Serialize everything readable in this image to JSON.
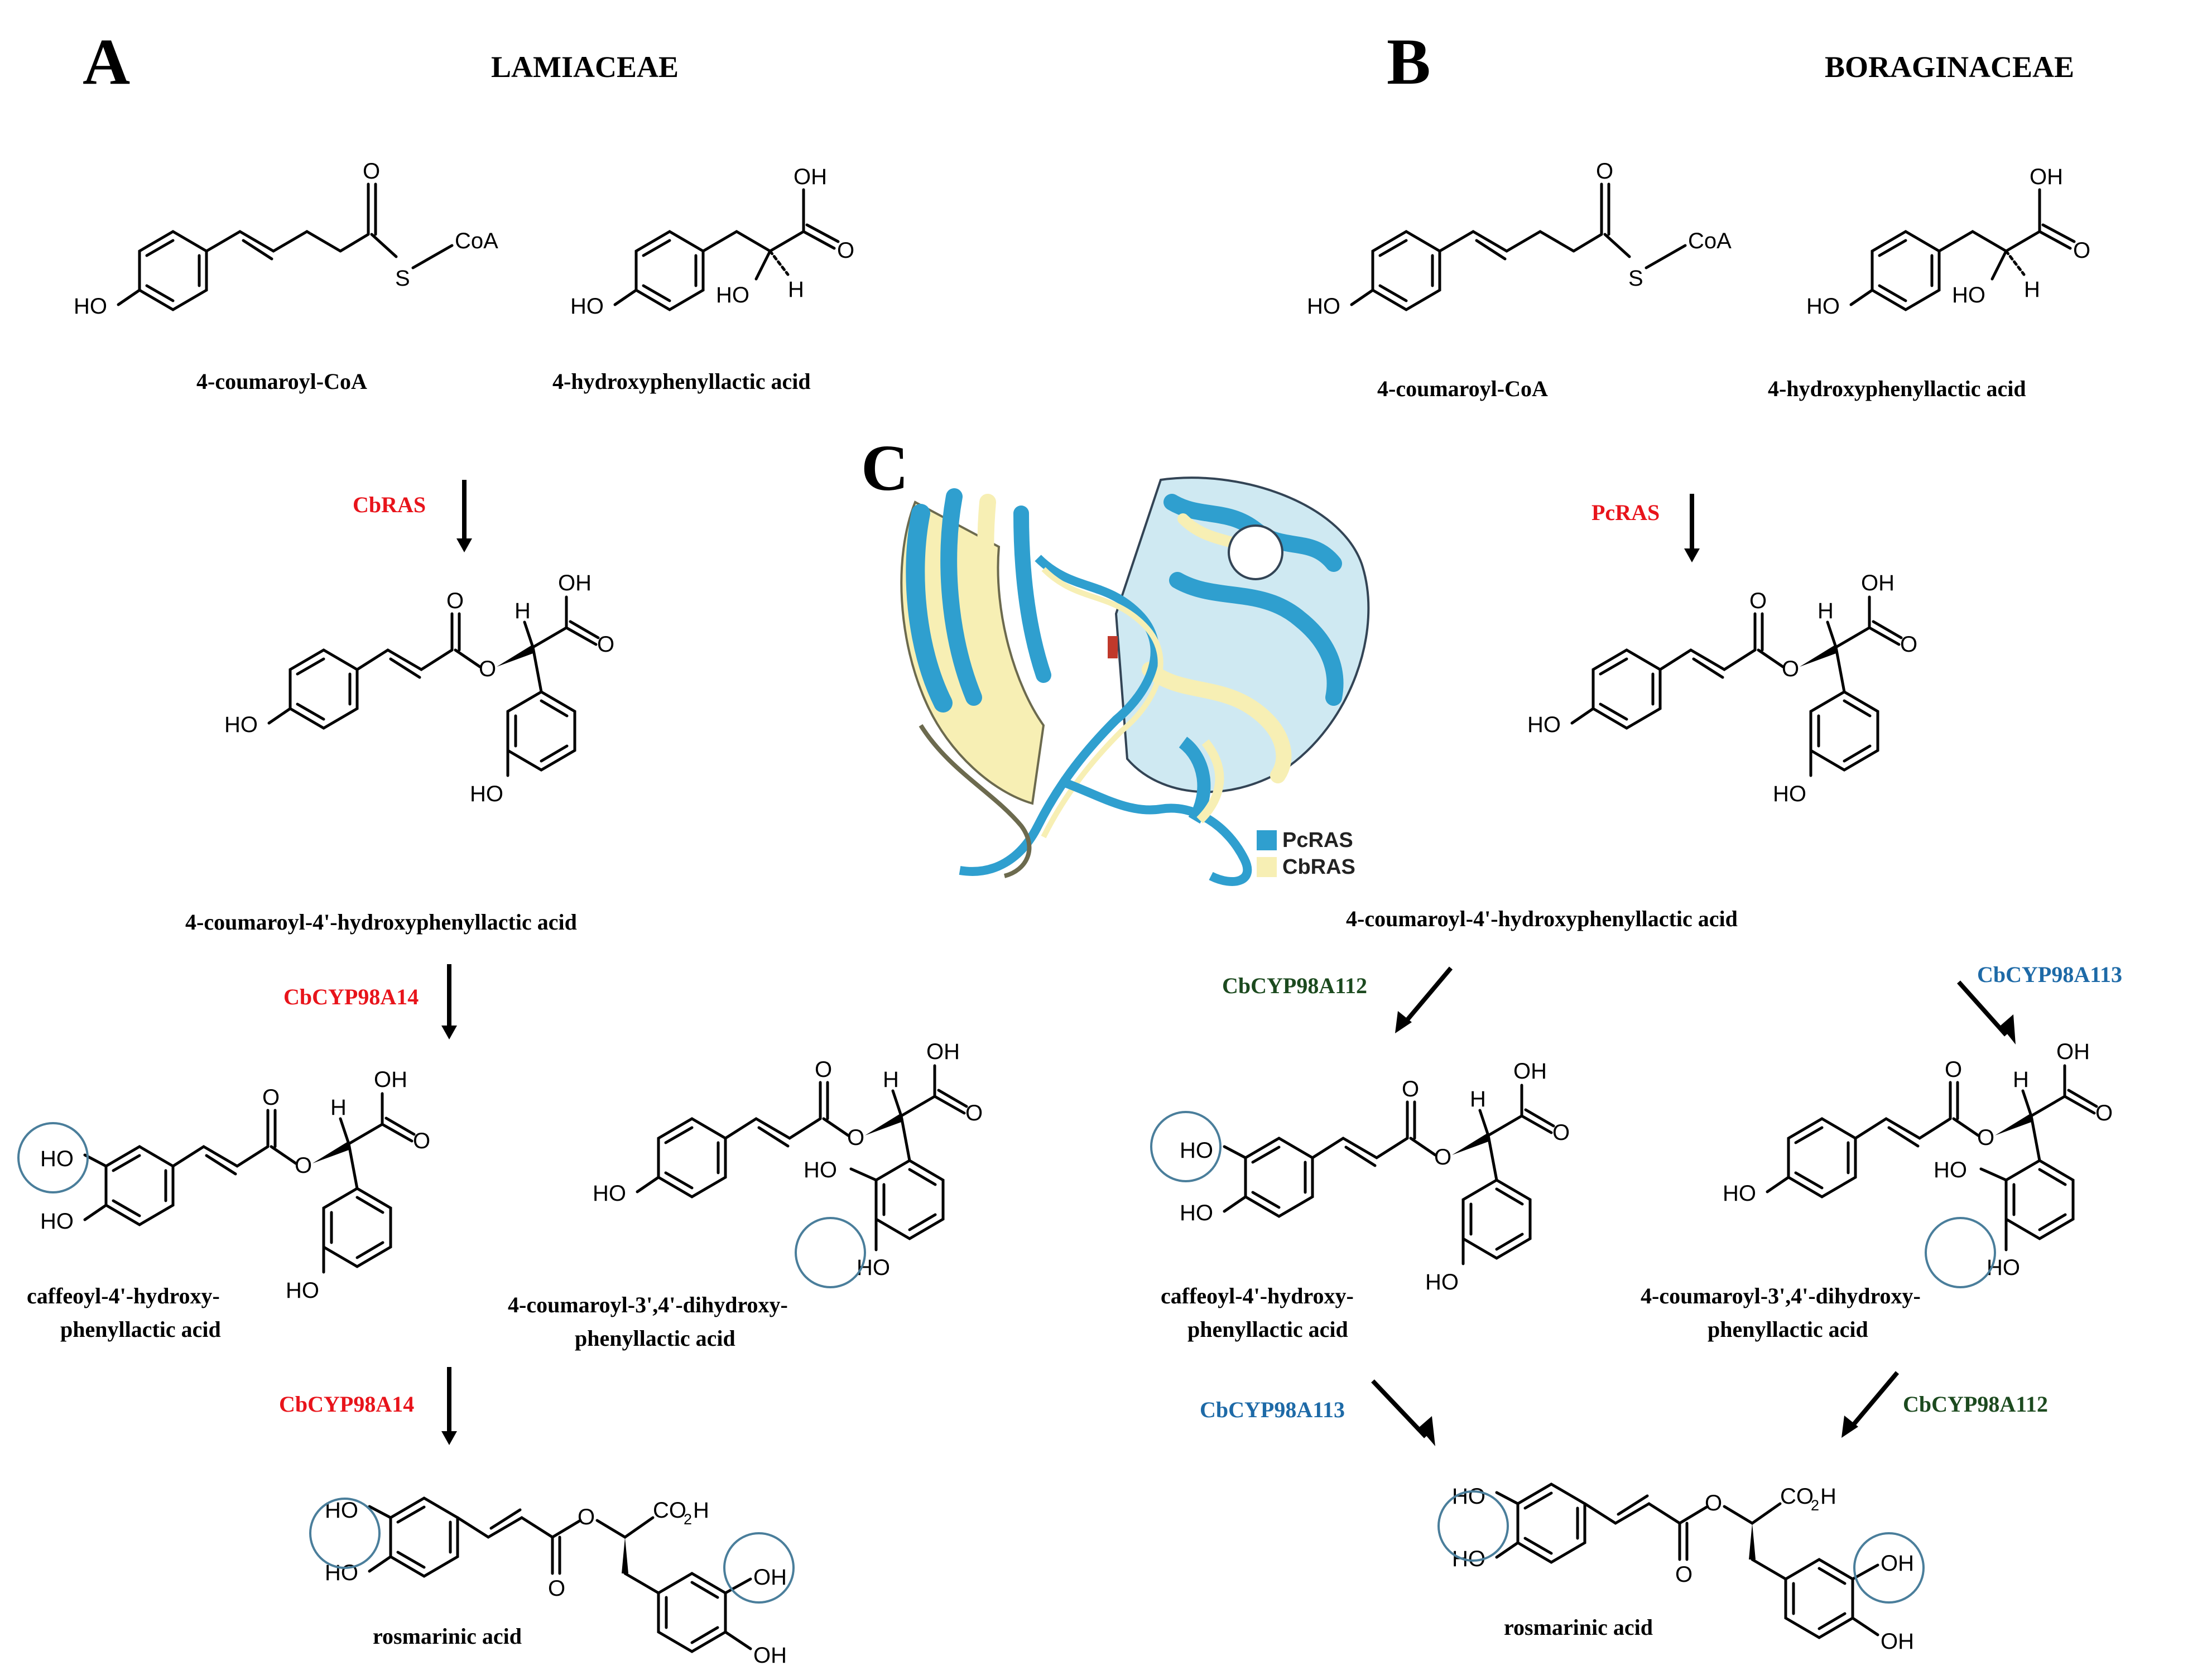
{
  "panels": {
    "a": "A",
    "b": "B",
    "c": "C"
  },
  "families": {
    "a": "LAMIACEAE",
    "b": "BORAGINACEAE"
  },
  "compounds": {
    "coumaroyl_coa": "4-coumaroyl-CoA",
    "hpla": "4-hydroxyphenyllactic acid",
    "ester": "4-coumaroyl-4'-hydroxyphenyllactic acid",
    "caffeoyl_1": "caffeoyl-4'-hydroxy-",
    "caffeoyl_2": "phenyllactic acid",
    "dihydroxy_1": "4-coumaroyl-3',4'-dihydroxy-",
    "dihydroxy_2": "phenyllactic acid",
    "rosmarinic": "rosmarinic acid"
  },
  "enzymes": {
    "cbras": "CbRAS",
    "pcras": "PcRAS",
    "cyp14": "CbCYP98A14",
    "cyp112": "CbCYP98A112",
    "cyp113": "CbCYP98A113"
  },
  "atoms": {
    "ho": "HO",
    "oh": "OH",
    "o": "O",
    "h": "H",
    "s": "S",
    "coa": "CoA",
    "co2h": "CO",
    "sub2": "2",
    "h_end": "H"
  },
  "legend": {
    "pcras": "PcRAS",
    "cbras": "CbRAS"
  },
  "colors": {
    "enzyme_red": "#e8141b",
    "enzyme_green": "#1c4a1f",
    "enzyme_blue": "#1e6aa7",
    "hydroxyl_circle": "#4a7e9b",
    "pcras_protein": "#2f9fcf",
    "cbras_protein": "#f7efb4"
  }
}
